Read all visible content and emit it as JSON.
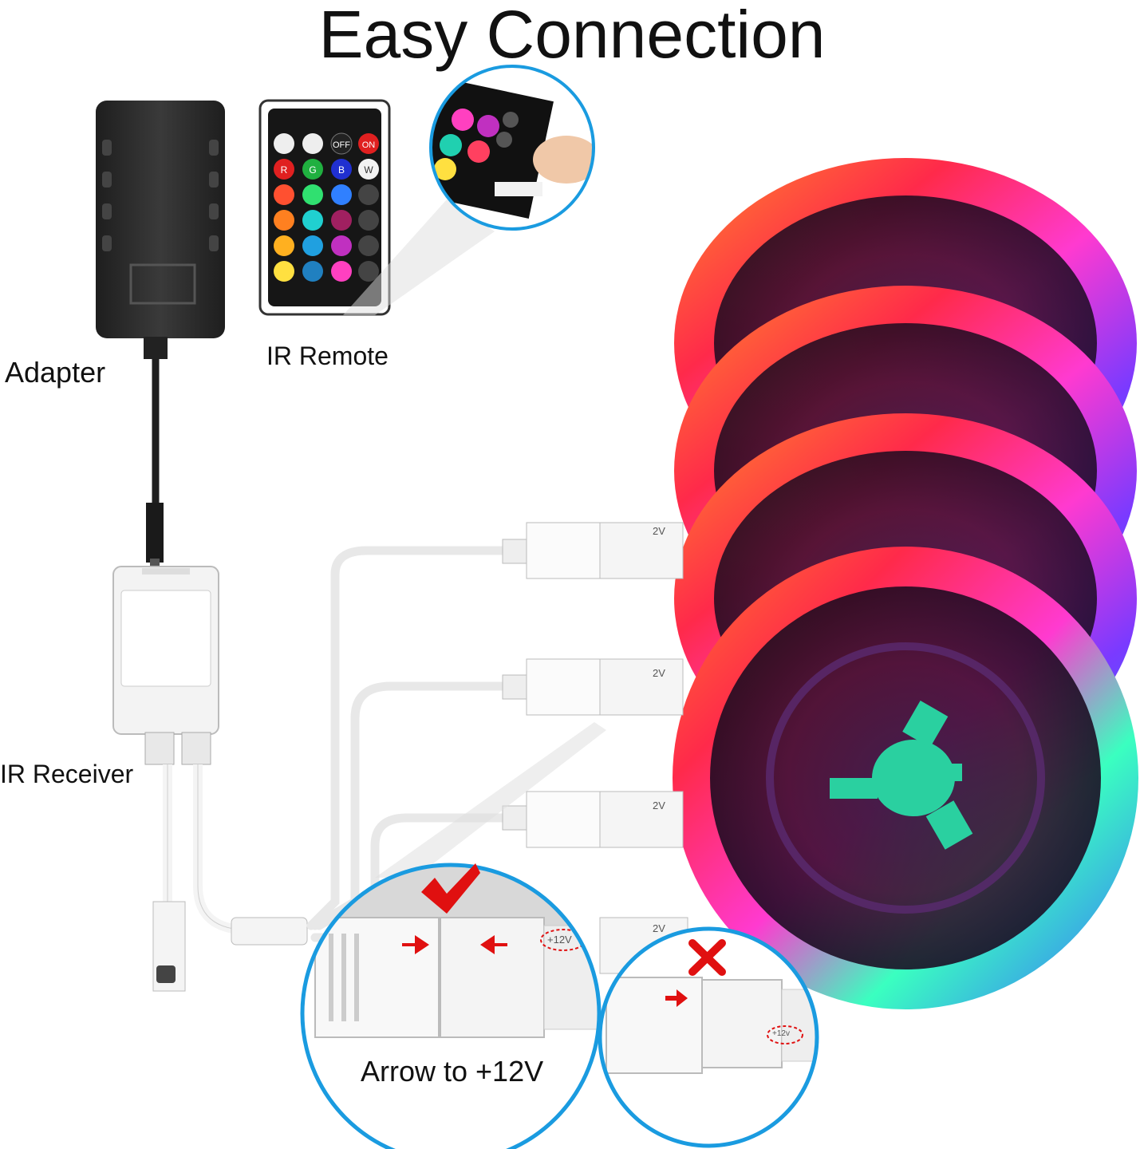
{
  "title": "Easy Connection",
  "labels": {
    "adapter": "Adapter",
    "ir_remote": "IR Remote",
    "ir_receiver": "IR Receiver",
    "arrow_to": "Arrow to +12V"
  },
  "connector_marks": {
    "v12_plus": "+12V",
    "v12_plus_small": "+12v",
    "v2": "2V"
  },
  "remote_buttons": {
    "off": "OFF",
    "on": "ON",
    "r": "R",
    "g": "G",
    "b": "B",
    "w": "W"
  },
  "colors": {
    "check_red": "#e01010",
    "arrow_red": "#e01010",
    "zoom_circle_blue": "#1a9be0",
    "adapter_black": "#2a2a2a",
    "cable_white": "#f4f4f4"
  },
  "icons": [
    "check-mark-icon",
    "x-mark-icon",
    "arrow-right-icon",
    "arrow-left-icon"
  ]
}
